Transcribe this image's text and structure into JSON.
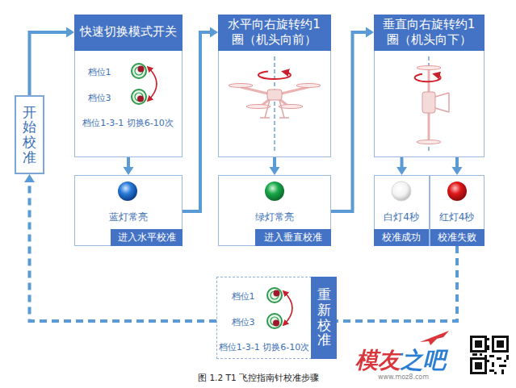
{
  "diagram": {
    "caption": "图 1.2 T1 飞控指南针校准步骤",
    "nodes": [
      {
        "text": [
          "开始校准"
        ]
      },
      {
        "text": [
          "快速切换模式开关",
          "档位1",
          "档位3",
          "档位1-3-1 切换6-10次"
        ]
      },
      {
        "text": [
          "蓝灯常亮",
          "进入水平校准"
        ]
      },
      {
        "text": [
          "水平向右旋转约1圈（机头向前）"
        ]
      },
      {
        "text": [
          "绿灯常亮",
          "进入垂直校准"
        ]
      },
      {
        "text": [
          "垂直向右旋转约1圈（机头向下）"
        ]
      },
      {
        "text": [
          "白灯4秒",
          "校准成功"
        ]
      },
      {
        "text": [
          "红灯4秒",
          "校准失败"
        ]
      },
      {
        "text": [
          "档位1",
          "档位3",
          "档位1-3-1 切换6-10次",
          "重新校准"
        ]
      }
    ],
    "edges": [
      {
        "from": 0,
        "to": 1,
        "arrow": "to"
      },
      {
        "from": 1,
        "to": 2,
        "arrow": "to"
      },
      {
        "from": 2,
        "to": 3,
        "arrow": "to"
      },
      {
        "from": 3,
        "to": 4,
        "arrow": "to"
      },
      {
        "from": 4,
        "to": 5,
        "arrow": "to"
      },
      {
        "from": 5,
        "to": 6,
        "arrow": "to"
      },
      {
        "from": 5,
        "to": 7,
        "arrow": "to"
      },
      {
        "from": 7,
        "to": 8,
        "arrow": "none"
      },
      {
        "from": 8,
        "to": 0,
        "arrow": "to"
      }
    ],
    "labels": [
      "模友之吧",
      "www.moz8.com"
    ]
  }
}
